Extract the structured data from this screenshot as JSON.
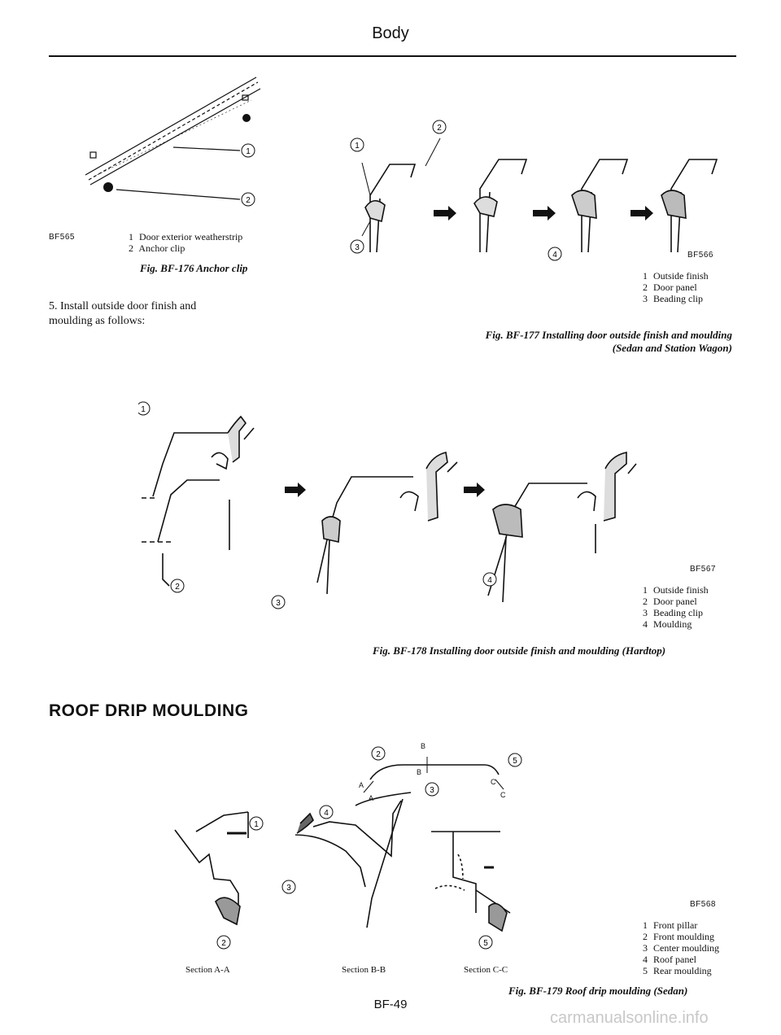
{
  "header": {
    "title": "Body"
  },
  "fig176": {
    "code": "BF565",
    "legend": [
      {
        "n": "1",
        "text": "Door exterior weatherstrip"
      },
      {
        "n": "2",
        "text": "Anchor clip"
      }
    ],
    "caption": "Fig. BF-176 Anchor clip"
  },
  "step5": {
    "line1": "5. Install outside door finish and",
    "line2": "moulding as follows:"
  },
  "fig177": {
    "code": "BF566",
    "legend": [
      {
        "n": "1",
        "text": "Outside finish"
      },
      {
        "n": "2",
        "text": "Door panel"
      },
      {
        "n": "3",
        "text": "Beading clip"
      }
    ],
    "caption_line1": "Fig. BF-177 Installing door outside finish and moulding",
    "caption_line2": "(Sedan and Station Wagon)"
  },
  "fig178": {
    "code": "BF567",
    "legend": [
      {
        "n": "1",
        "text": "Outside finish"
      },
      {
        "n": "2",
        "text": "Door panel"
      },
      {
        "n": "3",
        "text": "Beading clip"
      },
      {
        "n": "4",
        "text": "Moulding"
      }
    ],
    "caption": "Fig. BF-178 Installing door outside finish and moulding (Hardtop)"
  },
  "roof": {
    "heading": "ROOF DRIP MOULDING"
  },
  "fig179": {
    "code": "BF568",
    "legend": [
      {
        "n": "1",
        "text": "Front pillar"
      },
      {
        "n": "2",
        "text": "Front moulding"
      },
      {
        "n": "3",
        "text": "Center moulding"
      },
      {
        "n": "4",
        "text": "Roof panel"
      },
      {
        "n": "5",
        "text": "Rear moulding"
      }
    ],
    "sections": {
      "aa": "Section A-A",
      "bb": "Section B-B",
      "cc": "Section C-C"
    },
    "caption": "Fig. BF-179 Roof drip moulding (Sedan)"
  },
  "callouts": {
    "c1": "1",
    "c2": "2",
    "c3": "3",
    "c4": "4",
    "c5": "5"
  },
  "section_marks": {
    "a": "A",
    "b": "B",
    "c": "C"
  },
  "footer": {
    "page": "BF-49"
  },
  "watermark": "carmanualsonline.info"
}
